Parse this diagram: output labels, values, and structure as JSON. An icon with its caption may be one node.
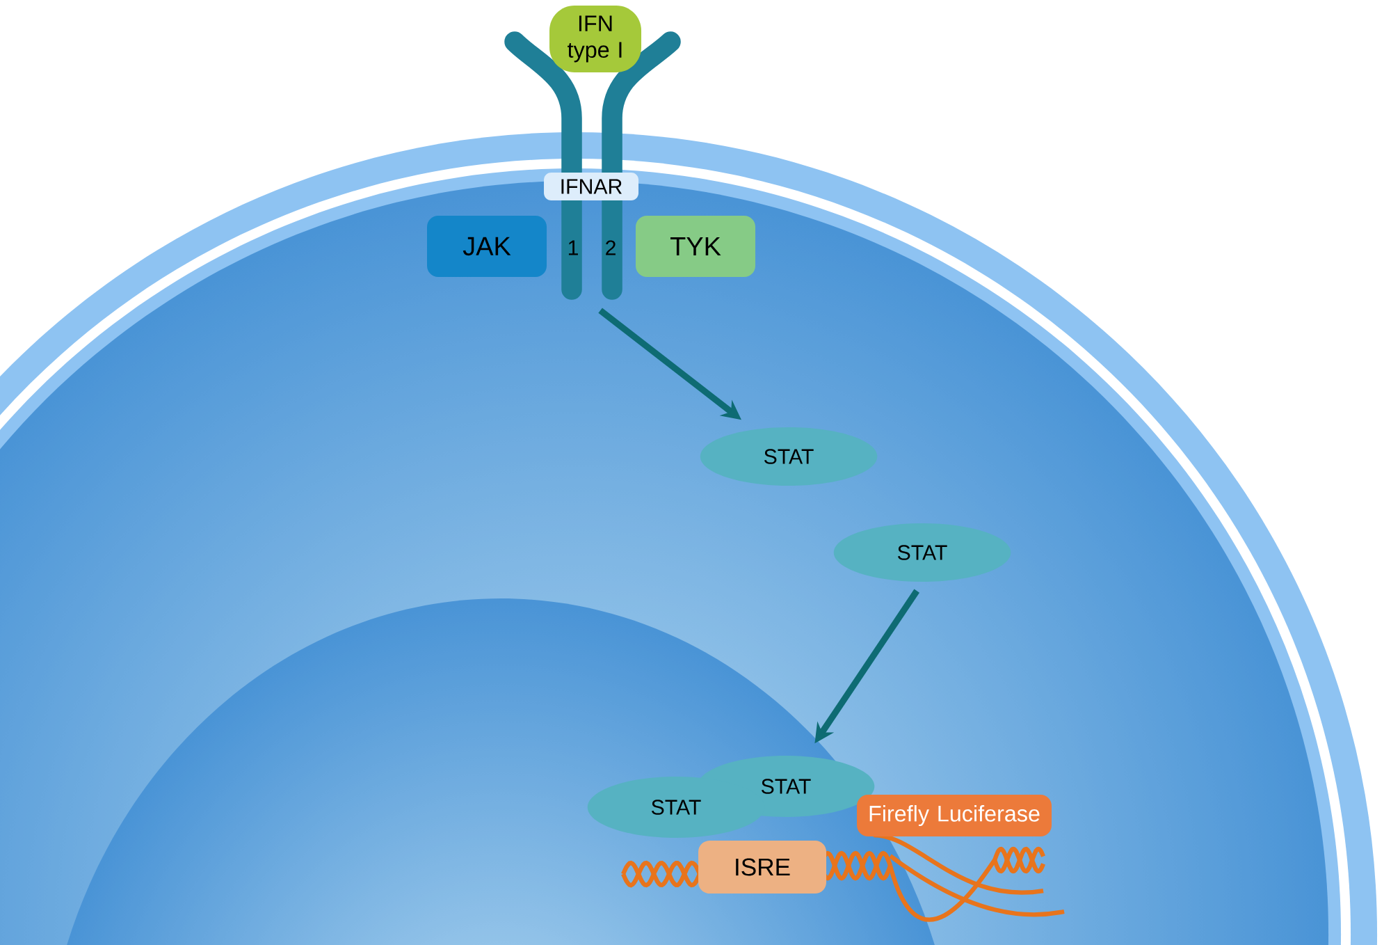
{
  "diagram": {
    "nodes": [
      {
        "text": [
          "IFN type I"
        ]
      },
      {
        "text": [
          "IFNAR",
          "1",
          "2"
        ]
      },
      {
        "text": [
          "JAK"
        ]
      },
      {
        "text": [
          "TYK"
        ]
      },
      {
        "text": [
          "STAT"
        ]
      },
      {
        "text": [
          "STAT"
        ]
      },
      {
        "text": [
          "STAT"
        ]
      },
      {
        "text": [
          "STAT"
        ]
      },
      {
        "text": [
          "ISRE"
        ]
      },
      {
        "text": [
          "Firefly Luciferase"
        ]
      }
    ],
    "edges": [
      {
        "from": 1,
        "to": 4,
        "arrow": "to"
      },
      {
        "from": 5,
        "to": 6,
        "arrow": "to"
      }
    ]
  }
}
